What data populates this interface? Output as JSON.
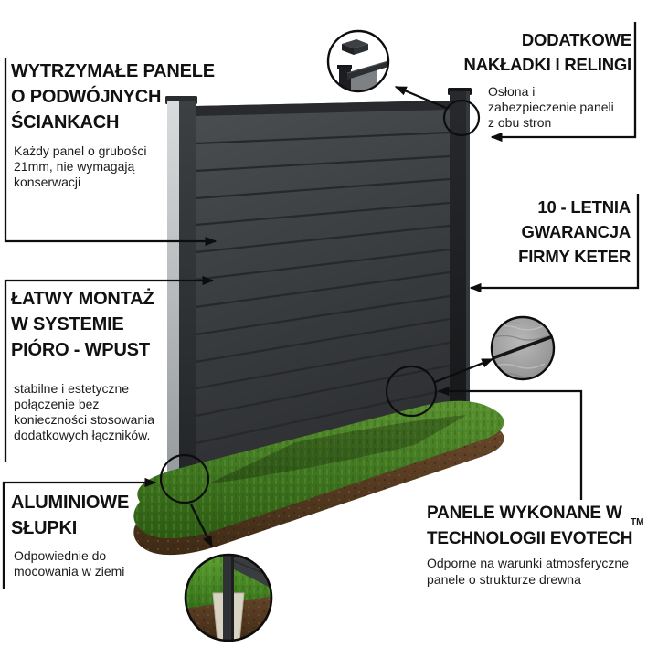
{
  "callouts": {
    "durable_panels": {
      "heading": "WYTRZYMAŁE PANELE\nO PODWÓJNYCH\nŚCIANKACH",
      "body": "Każdy panel o grubości\n21mm, nie wymagają\nkonserwacji"
    },
    "addons": {
      "heading": "DODATKOWE\nNAKŁADKI I RELINGI",
      "body": "Osłona i\nzabezpieczenie paneli\nz obu stron"
    },
    "warranty": {
      "heading": "10 - LETNIA\nGWARANCJA\nFIRMY KETER"
    },
    "easy_assembly": {
      "heading": "ŁATWY MONTAŻ\nW SYSTEMIE\nPIÓRO - WPUST",
      "body": "stabilne i estetyczne\npołączenie bez\nkonieczności stosowania\ndodatkowych łączników."
    },
    "aluminum_posts": {
      "heading": "ALUMINIOWE\nSŁUPKI",
      "body": "Odpowiednie do\nmocowania w ziemi"
    },
    "evotech": {
      "heading": "PANELE WYKONANE W\nTECHNOLOGII EVOTECH",
      "trademark": "TM",
      "body": "Odporne na warunki atmosferyczne\npanele o strukturze drewna"
    }
  },
  "colors": {
    "text": "#141414",
    "line": "#0d0d0d",
    "panel_gray": "#3b3d3f",
    "post_light": "#c2c5c7",
    "grass_green": "#4e8527",
    "soil_brown": "#5e3f26",
    "footing_beige": "#d9d3c2"
  }
}
